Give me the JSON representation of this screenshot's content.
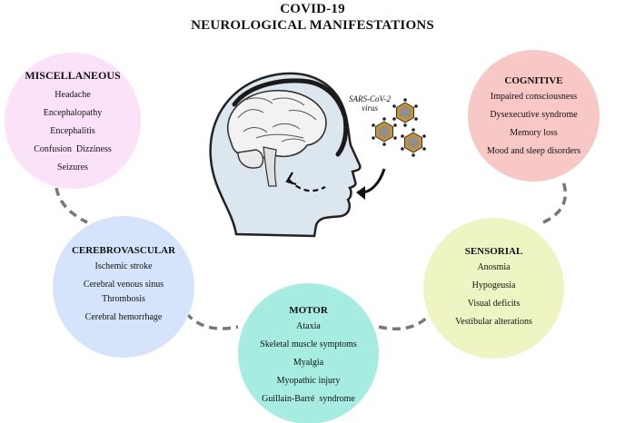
{
  "title": {
    "line1": "COVID-19",
    "line2": "NEUROLOGICAL MANIFESTATIONS"
  },
  "virus_label": {
    "line1": "SARS-CoV-2",
    "line2": "virus"
  },
  "colors": {
    "miscellaneous": "#fbe2f8",
    "cognitive": "#f8c8c6",
    "cerebrovascular": "#d6e4fb",
    "sensorial": "#eff5c2",
    "motor": "#a6ece0",
    "connector": "#777777"
  },
  "icons": [
    "head-with-brain-icon",
    "virus-icon",
    "inhalation-arrow-icon"
  ],
  "categories": {
    "miscellaneous": {
      "title": "MISCELLANEOUS",
      "items": [
        "Headache",
        "Encephalopathy",
        "Encephalitis",
        "Confusion  Dizziness",
        "Seizures"
      ]
    },
    "cognitive": {
      "title": "COGNITIVE",
      "items": [
        "Impaired consciousness",
        "Dysexecutive syndrome",
        "Memory loss",
        "Mood and sleep disorders"
      ]
    },
    "cerebrovascular": {
      "title": "CEREBROVASCULAR",
      "items": [
        "Ischemic stroke",
        "Cerebral venous sinus",
        "Thrombosis",
        "Cerebral hemorrhage"
      ]
    },
    "sensorial": {
      "title": "SENSORIAL",
      "items": [
        "Anosmia",
        "Hypogeusia",
        "Visual deficits",
        "Vestibular alterations"
      ]
    },
    "motor": {
      "title": "MOTOR",
      "items": [
        "Ataxia",
        "Skeletal muscle symptoms",
        "Myalgia",
        "Myopathic injury",
        "Guillain-Barré  syndrome"
      ]
    }
  }
}
